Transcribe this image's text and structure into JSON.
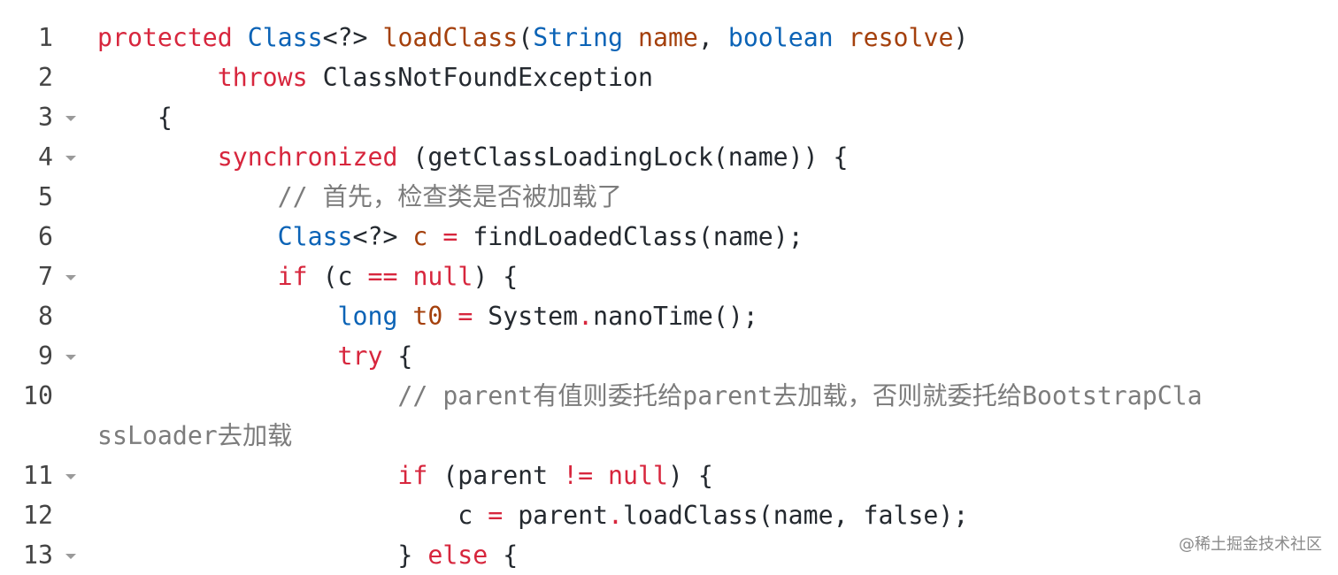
{
  "lines": [
    {
      "n": "1",
      "fold": false,
      "tokens": [
        {
          "t": "protected",
          "c": "kw"
        },
        {
          "t": " ",
          "c": "pl"
        },
        {
          "t": "Class",
          "c": "ty"
        },
        {
          "t": "<?> ",
          "c": "pl"
        },
        {
          "t": "loadClass",
          "c": "fn"
        },
        {
          "t": "(",
          "c": "pl"
        },
        {
          "t": "String",
          "c": "ty"
        },
        {
          "t": " ",
          "c": "pl"
        },
        {
          "t": "name",
          "c": "vr"
        },
        {
          "t": ", ",
          "c": "pl"
        },
        {
          "t": "boolean",
          "c": "ty"
        },
        {
          "t": " ",
          "c": "pl"
        },
        {
          "t": "resolve",
          "c": "vr"
        },
        {
          "t": ")",
          "c": "pl"
        }
      ]
    },
    {
      "n": "2",
      "fold": false,
      "tokens": [
        {
          "t": "        ",
          "c": "pl"
        },
        {
          "t": "throws",
          "c": "kw"
        },
        {
          "t": " ClassNotFoundException",
          "c": "pl"
        }
      ]
    },
    {
      "n": "3",
      "fold": true,
      "tokens": [
        {
          "t": "    {",
          "c": "pl"
        }
      ]
    },
    {
      "n": "4",
      "fold": true,
      "tokens": [
        {
          "t": "        ",
          "c": "pl"
        },
        {
          "t": "synchronized",
          "c": "kw"
        },
        {
          "t": " (getClassLoadingLock(name)) {",
          "c": "pl"
        }
      ]
    },
    {
      "n": "5",
      "fold": false,
      "tokens": [
        {
          "t": "            ",
          "c": "pl"
        },
        {
          "t": "// 首先，检查类是否被加载了",
          "c": "cm"
        }
      ]
    },
    {
      "n": "6",
      "fold": false,
      "tokens": [
        {
          "t": "            ",
          "c": "pl"
        },
        {
          "t": "Class",
          "c": "ty"
        },
        {
          "t": "<?> ",
          "c": "pl"
        },
        {
          "t": "c",
          "c": "vr"
        },
        {
          "t": " ",
          "c": "pl"
        },
        {
          "t": "=",
          "c": "op"
        },
        {
          "t": " findLoadedClass(name);",
          "c": "pl"
        }
      ]
    },
    {
      "n": "7",
      "fold": true,
      "tokens": [
        {
          "t": "            ",
          "c": "pl"
        },
        {
          "t": "if",
          "c": "kw"
        },
        {
          "t": " (c ",
          "c": "pl"
        },
        {
          "t": "==",
          "c": "op"
        },
        {
          "t": " ",
          "c": "pl"
        },
        {
          "t": "null",
          "c": "kw"
        },
        {
          "t": ") {",
          "c": "pl"
        }
      ]
    },
    {
      "n": "8",
      "fold": false,
      "tokens": [
        {
          "t": "                ",
          "c": "pl"
        },
        {
          "t": "long",
          "c": "ty"
        },
        {
          "t": " ",
          "c": "pl"
        },
        {
          "t": "t0",
          "c": "vr"
        },
        {
          "t": " ",
          "c": "pl"
        },
        {
          "t": "=",
          "c": "op"
        },
        {
          "t": " System",
          "c": "pl"
        },
        {
          "t": ".",
          "c": "op"
        },
        {
          "t": "nanoTime();",
          "c": "pl"
        }
      ]
    },
    {
      "n": "9",
      "fold": true,
      "tokens": [
        {
          "t": "                ",
          "c": "pl"
        },
        {
          "t": "try",
          "c": "kw"
        },
        {
          "t": " {",
          "c": "pl"
        }
      ]
    },
    {
      "n": "10",
      "fold": false,
      "tokens": [
        {
          "t": "                    ",
          "c": "pl"
        },
        {
          "t": "// parent有值则委托给parent去加载，否则就委托给BootstrapCla",
          "c": "cm"
        }
      ],
      "wrap": "ssLoader去加载"
    },
    {
      "n": "11",
      "fold": true,
      "tokens": [
        {
          "t": "                    ",
          "c": "pl"
        },
        {
          "t": "if",
          "c": "kw"
        },
        {
          "t": " (parent ",
          "c": "pl"
        },
        {
          "t": "!=",
          "c": "op"
        },
        {
          "t": " ",
          "c": "pl"
        },
        {
          "t": "null",
          "c": "kw"
        },
        {
          "t": ") {",
          "c": "pl"
        }
      ]
    },
    {
      "n": "12",
      "fold": false,
      "tokens": [
        {
          "t": "                        c ",
          "c": "pl"
        },
        {
          "t": "=",
          "c": "op"
        },
        {
          "t": " parent",
          "c": "pl"
        },
        {
          "t": ".",
          "c": "op"
        },
        {
          "t": "loadClass(name, false);",
          "c": "pl"
        }
      ]
    },
    {
      "n": "13",
      "fold": true,
      "tokens": [
        {
          "t": "                    } ",
          "c": "pl"
        },
        {
          "t": "else",
          "c": "kw"
        },
        {
          "t": " {",
          "c": "pl"
        }
      ]
    }
  ],
  "watermark": "@稀土掘金技术社区",
  "colors": {
    "keyword": "#d7263d",
    "type": "#0b63b6",
    "identifier": "#a4400c",
    "comment": "#7c7c7c",
    "plain": "#24292f"
  }
}
